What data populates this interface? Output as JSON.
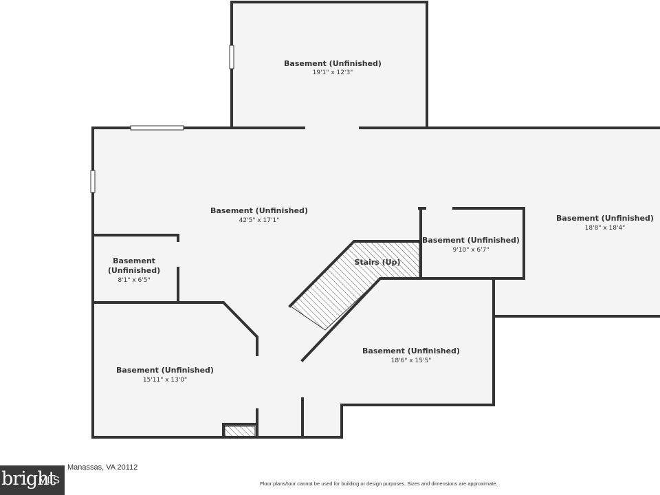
{
  "rooms": [
    {
      "name": "Basement (Unfinished)",
      "dims": "19'1\" x 12'3\""
    },
    {
      "name": "Basement (Unfinished)",
      "dims": "42'5\" x 17'1\""
    },
    {
      "name": "Basement (Unfinished)",
      "dims": "18'8\" x 18'4\""
    },
    {
      "name": "Basement (Unfinished)",
      "dims": "9'10\" x 6'7\""
    },
    {
      "name_line1": "Basement",
      "name_line2": "(Unfinished)",
      "dims": "8'1\" x 6'5\""
    },
    {
      "name": "Basement (Unfinished)",
      "dims": "15'11\" x 13'0\""
    },
    {
      "name": "Basement (Unfinished)",
      "dims": "18'6\" x 15'5\""
    }
  ],
  "stairs": {
    "label": "Stairs (Up)"
  },
  "address": "Manassas, VA 20112",
  "disclaimer": "Floor plans/tour cannot be used for building or design purposes. Sizes and dimensions are approximate.",
  "logo": {
    "text": "bright",
    "mls": "MLS"
  },
  "colors": {
    "wall": "#333333",
    "floor": "#f4f4f4",
    "background": "#ffffff",
    "logo_bg": "#3a3a3a"
  }
}
